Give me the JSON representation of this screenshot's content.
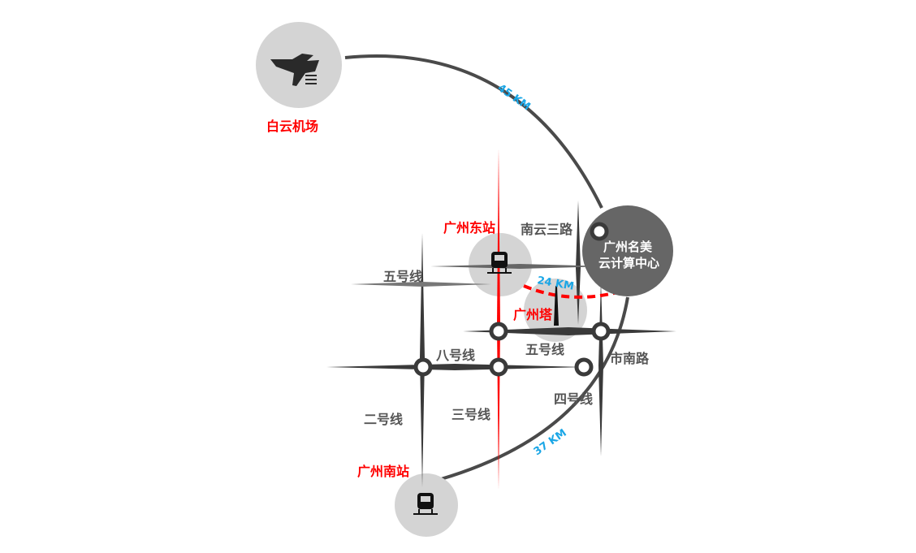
{
  "places": {
    "airport": "白云机场",
    "east_station": "广州东站",
    "south_station": "广州南站",
    "tower": "广州塔",
    "datacenter_line1": "广州名美",
    "datacenter_line2": "云计算中心"
  },
  "roads": {
    "nanyun_sanlu": "南云三路",
    "line5_left": "五号线",
    "line5_mid": "五号线",
    "line8": "八号线",
    "line2": "二号线",
    "line3": "三号线",
    "line4": "四号线",
    "shinan_lu": "市南路"
  },
  "distances": {
    "airport": "45 KM",
    "tower": "24 KM",
    "south_station": "37 KM"
  },
  "colors": {
    "accent": "#ff0000",
    "distance": "#1aa6e6",
    "line": "#3a3a3a",
    "circle": "#d4d4d4",
    "datacenter": "#666666"
  }
}
